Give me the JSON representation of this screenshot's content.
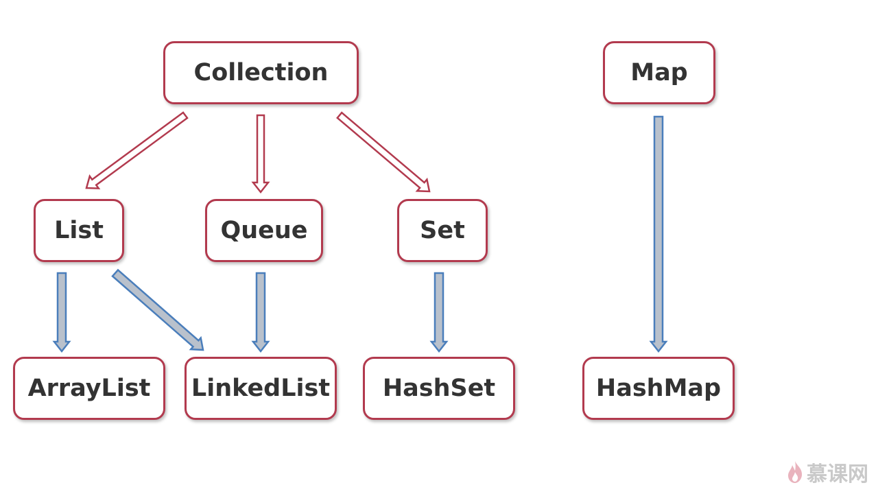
{
  "nodes": {
    "collection": "Collection",
    "map": "Map",
    "list": "List",
    "queue": "Queue",
    "set": "Set",
    "arraylist": "ArrayList",
    "linkedlist": "LinkedList",
    "hashset": "HashSet",
    "hashmap": "HashMap"
  },
  "edges": [
    {
      "from": "collection",
      "to": "list",
      "kind": "interface"
    },
    {
      "from": "collection",
      "to": "queue",
      "kind": "interface"
    },
    {
      "from": "collection",
      "to": "set",
      "kind": "interface"
    },
    {
      "from": "list",
      "to": "arraylist",
      "kind": "implementation"
    },
    {
      "from": "list",
      "to": "linkedlist",
      "kind": "implementation"
    },
    {
      "from": "queue",
      "to": "linkedlist",
      "kind": "implementation"
    },
    {
      "from": "set",
      "to": "hashset",
      "kind": "implementation"
    },
    {
      "from": "map",
      "to": "hashmap",
      "kind": "implementation"
    }
  ],
  "colors": {
    "node_border": "#b23a4e",
    "node_text": "#333333",
    "interface_arrow_stroke": "#b23a4e",
    "interface_arrow_fill": "#ffffff",
    "impl_arrow_stroke": "#4a7ebb",
    "impl_arrow_fill": "#b9c1cc"
  },
  "watermark": {
    "text": "慕课网",
    "icon": "flame-logo-icon"
  }
}
